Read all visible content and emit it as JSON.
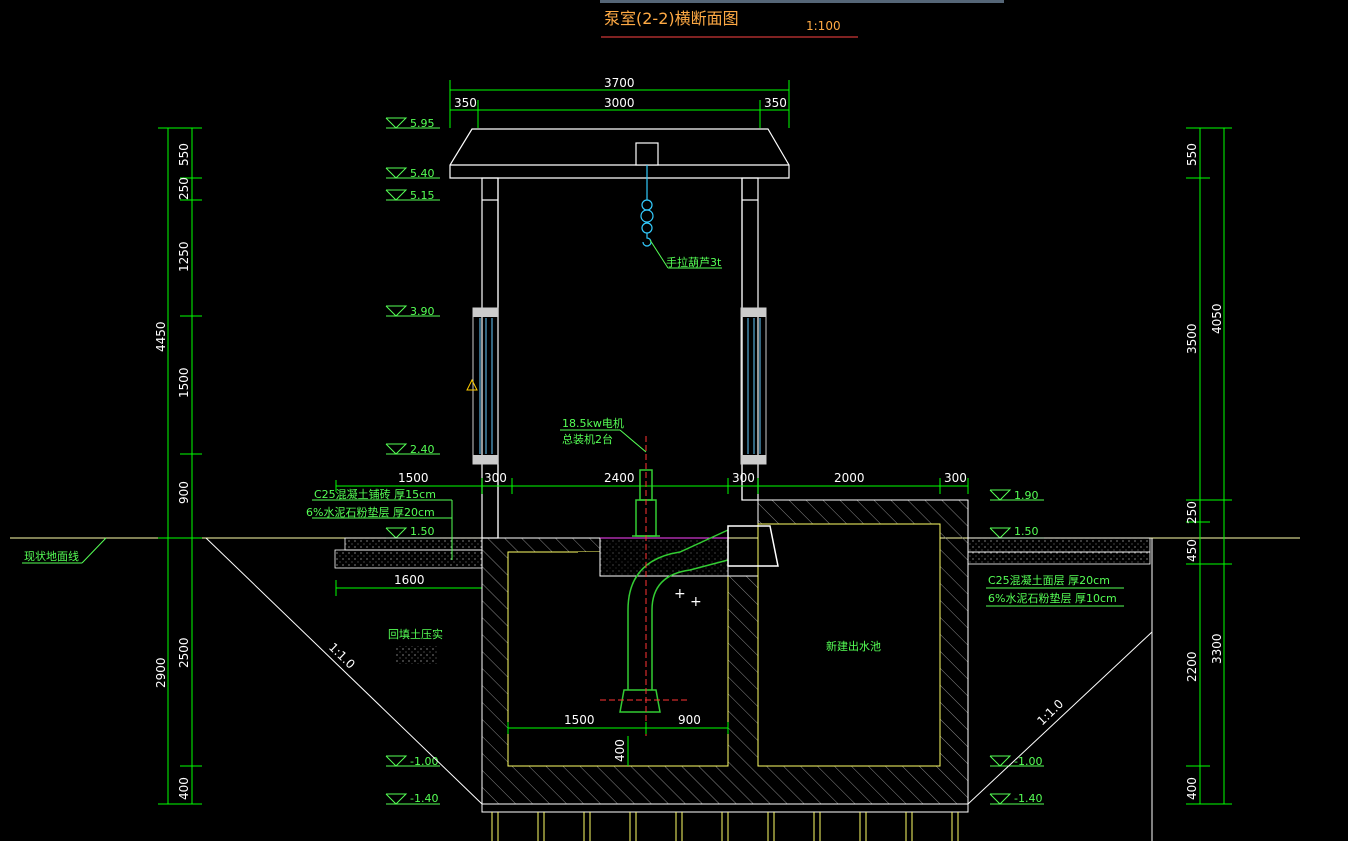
{
  "title": {
    "main": "泵室(2-2)横断面图",
    "scale": "1:100",
    "accent_color": "#ff4444",
    "title_color": "#ffaa44"
  },
  "colors": {
    "background": "#000000",
    "dimension_line": "#00ff00",
    "dimension_text": "#ffffff",
    "structure": "#ffffff",
    "slab": "#ffff66",
    "hatch": "#8a8a8a",
    "pump": "#33cc33",
    "crane": "#33ccff",
    "window": "#66ccff"
  },
  "top_dims": {
    "overall": "3700",
    "left": "350",
    "center": "3000",
    "right": "350"
  },
  "left_dims": {
    "total_upper": "4450",
    "segments": [
      "550",
      "250",
      "1250",
      "1500",
      "900"
    ],
    "lower_total": "2900",
    "lower_segments": [
      "2500",
      "400"
    ]
  },
  "right_dims": {
    "total_upper": "4050",
    "segments": [
      "550",
      "3500",
      "250",
      "450"
    ],
    "lower_total": "3300",
    "lower_segments": [
      "2200",
      "400"
    ]
  },
  "elevations_left": [
    "5.95",
    "5.40",
    "5.15",
    "3.90",
    "2.40",
    "1.50",
    "-1.00",
    "-1.40"
  ],
  "elevations_right": [
    "1.90",
    "1.50",
    "-1.00",
    "-1.40"
  ],
  "mid_dims": {
    "left_slab": "1500",
    "left_wall": "300",
    "room": "2400",
    "mid_wall": "300",
    "pool": "2000",
    "right_wall": "300",
    "fill_width": "1600",
    "pump_left": "1500",
    "pump_right": "900",
    "pump_bottom": "400"
  },
  "labels": {
    "ground_line": "现状地面线",
    "left_layer1": "C25混凝土铺砖  厚15cm",
    "left_layer2": "6%水泥石粉垫层  厚20cm",
    "right_layer1": "C25混凝土面层  厚20cm",
    "right_layer2": "6%水泥石粉垫层  厚10cm",
    "backfill": "回填土压实",
    "pool": "新建出水池",
    "motor_line1": "18.5kw电机",
    "motor_line2": "总装机2台",
    "hoist": "手拉葫芦3t",
    "slope": "1:1.0"
  }
}
